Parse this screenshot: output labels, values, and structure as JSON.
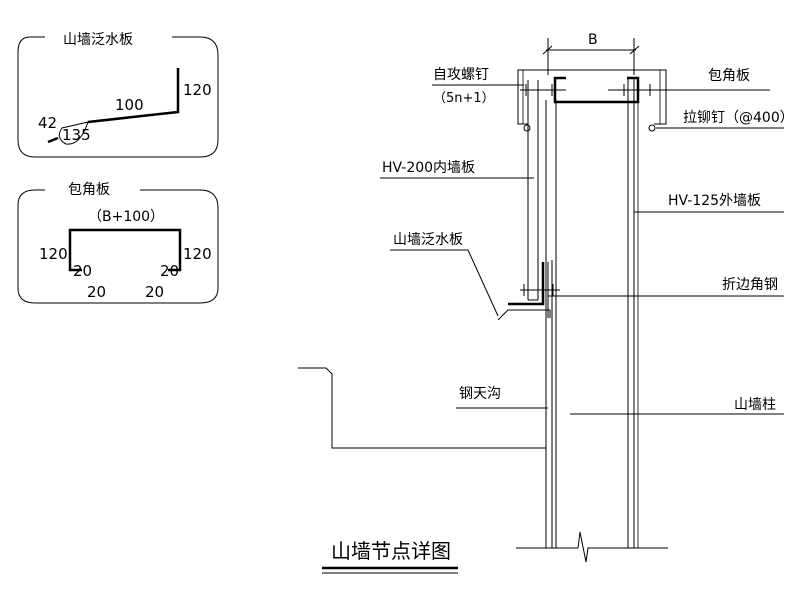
{
  "title": "山墙节点详图",
  "detail_flashing": {
    "title": "山墙泛水板",
    "dims": {
      "d100": "100",
      "d120": "120",
      "d42": "42",
      "d135": "135"
    }
  },
  "detail_corner": {
    "title": "包角板",
    "width_label": "（B+100）",
    "dims": {
      "left120": "120",
      "right120": "120",
      "l20a": "20",
      "l20b": "20",
      "r20a": "20",
      "r20b": "20"
    }
  },
  "main": {
    "dim_b": "B",
    "labels": {
      "self_tapping_screw": "自攻螺钉",
      "screw_count": "（5n+1）",
      "corner_panel": "包角板",
      "rivet": "拉铆钉（@400）",
      "inner_panel": "HV-200内墙板",
      "outer_panel": "HV-125外墙板",
      "flashing": "山墙泛水板",
      "angle_steel": "折边角钢",
      "gutter": "钢天沟",
      "gable_column": "山墙柱"
    }
  }
}
